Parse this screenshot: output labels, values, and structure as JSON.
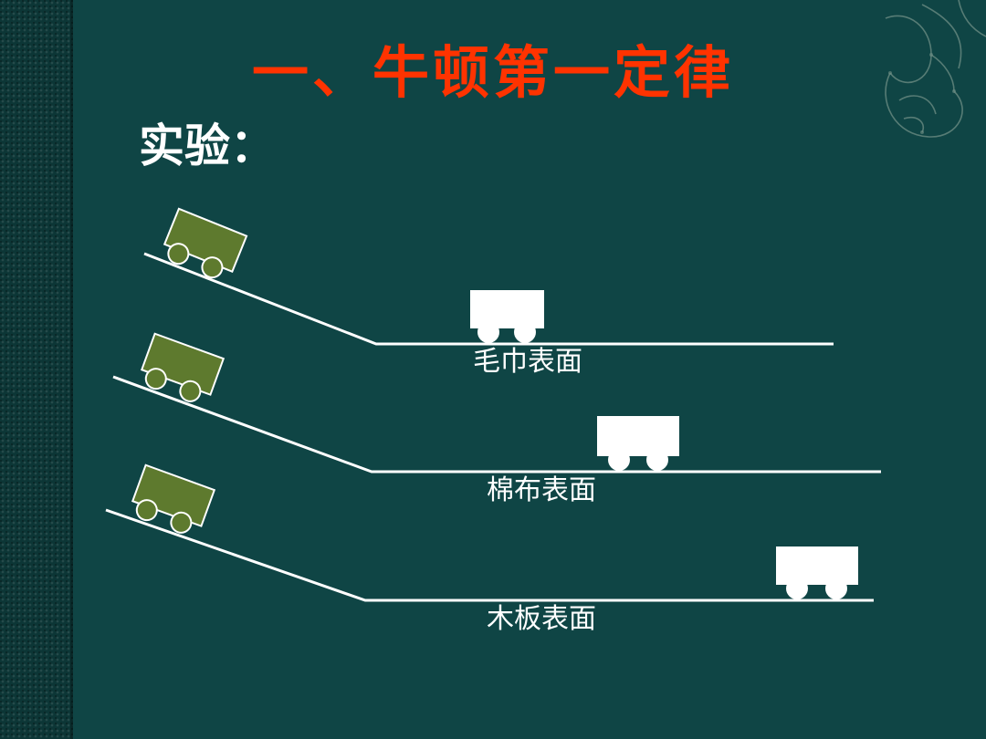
{
  "slide": {
    "title": "一、牛顿第一定律",
    "subtitle": "实验："
  },
  "experiment": {
    "surfaces": [
      {
        "label": "毛巾表面"
      },
      {
        "label": "棉布表面"
      },
      {
        "label": "木板表面"
      }
    ]
  },
  "colors": {
    "background": "#0f4545",
    "title": "#ff3300",
    "text": "#ffffff",
    "cart_start": "#5e7a2e",
    "cart_end": "#ffffff",
    "track": "#ffffff"
  }
}
